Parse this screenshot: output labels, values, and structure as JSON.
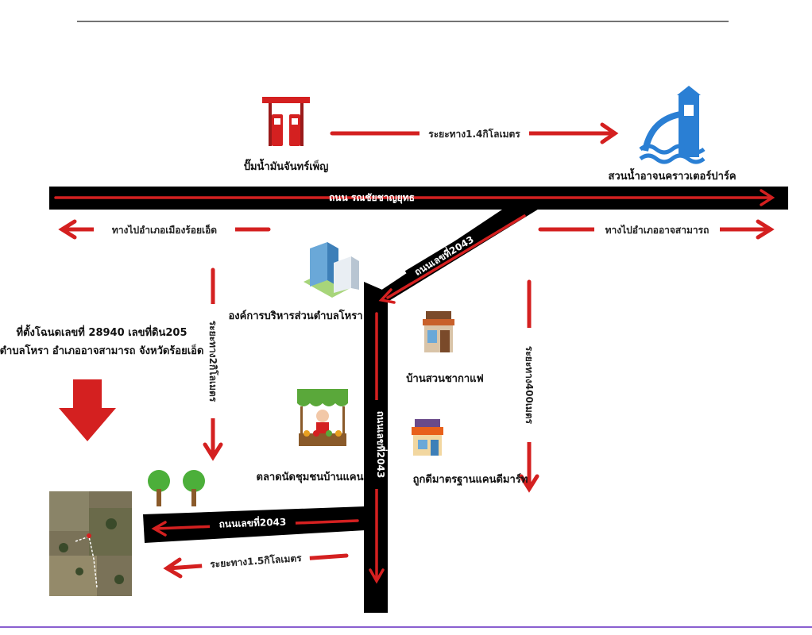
{
  "places": {
    "gas_station": "ปั๊มน้ำมันจันทร์เพ็ญ",
    "water_park": "สวนน้ำอาจนคราวเตอร์ปาร์ค",
    "sao": "องค์การบริหารส่วนตำบลโหรา",
    "cafe": "บ้านสวนชากาแฟ",
    "market": "ตลาดนัดชุมชนบ้านแคน",
    "shop": "ถูกดีมาตรฐานแคนดีมาร์ท"
  },
  "roads": {
    "main": "ถนน รณชัยชาญยุทธ",
    "r2043_diagonal": "ถนนเลขที่2043",
    "r2043_vertical": "ถนนเลขที่2043",
    "r2043_west": "ถนนเลขที่2043"
  },
  "directions": {
    "to_roi_et": "ทางไปอำเภอเมืองร้อยเอ็ด",
    "to_at_samat": "ทางไปอำเภออาจสามารถ"
  },
  "distances": {
    "gas_to_park": "ระยะทาง1.4กิโลเมตร",
    "down_2km": "ระยะทาง2กิโลเมตร",
    "down_400m": "ระยะทาง400เมตร",
    "west_1_5km": "ระยะทาง1.5กิโลเมตร"
  },
  "location": {
    "line1": "ที่ตั้งโฉนดเลขที่ 28940 เลขที่ดิน205",
    "line2": "ตำบลโหรา อำเภออาจสามารถ จังหวัดร้อยเอ็ด"
  },
  "colors": {
    "road": "#000000",
    "arrow": "#d42020",
    "accent_blue": "#2a7fd4",
    "bottom_rule": "#6a3fb8"
  },
  "icons": [
    "gas-pump-icon",
    "water-park-icon",
    "building-icon",
    "cafe-icon",
    "market-stall-icon",
    "shop-icon",
    "tree-icon",
    "satellite-photo"
  ]
}
